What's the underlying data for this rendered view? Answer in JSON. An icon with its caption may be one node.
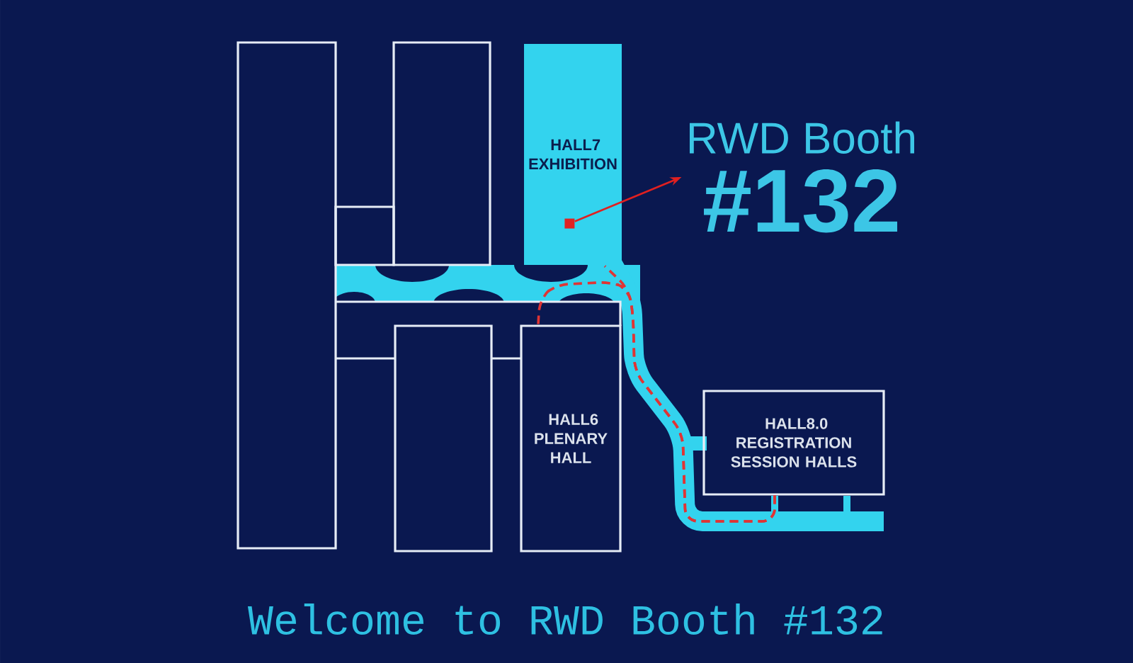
{
  "diagram": {
    "nodes": [
      {
        "text": [],
        "shape": "box"
      },
      {
        "text": [],
        "shape": "box"
      },
      {
        "text": [],
        "shape": "box"
      },
      {
        "text": [
          "HALL7 EXHIBITION"
        ]
      },
      {
        "text": [],
        "shape": "box",
        "in": 3
      },
      {
        "text": [
          "RWD Booth",
          "#132"
        ]
      },
      {
        "text": [],
        "shape": "box"
      },
      {
        "text": [
          "HALL6 PLENARY HALL"
        ]
      },
      {
        "text": [
          "HALL8.0 REGISTRATION SESSION HALLS"
        ]
      }
    ],
    "edges": [
      {
        "from": 4,
        "to": 5,
        "arrow": "to",
        "color": "#e02020"
      },
      {
        "from": 8,
        "to": 3,
        "arrow": "none",
        "style": "dashed",
        "color": "#e03434"
      },
      {
        "from": 8,
        "to": 7,
        "arrow": "none",
        "style": "dashed",
        "color": "#e03434"
      }
    ],
    "caption": "Welcome to RWD Booth #132"
  }
}
